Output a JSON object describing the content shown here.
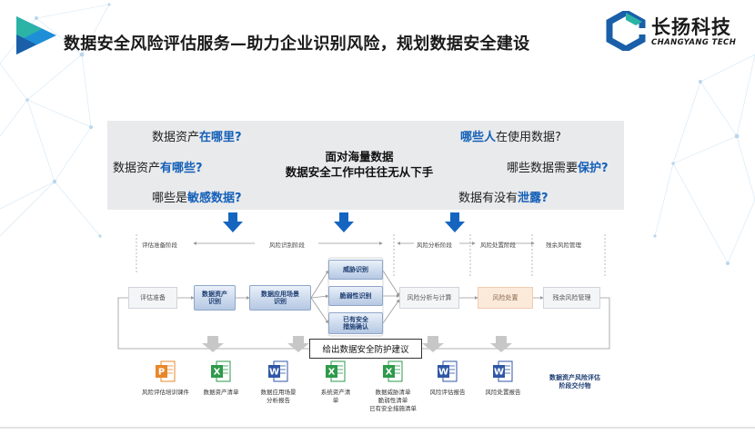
{
  "header": {
    "title": "数据安全风险评估服务—助力企业识别风险，规划数据安全建设",
    "brand_cn": "长扬科技",
    "brand_en": "CHANGYANG TECH"
  },
  "questions": {
    "q1": {
      "pre": "数据资产",
      "hl": "在哪里?"
    },
    "q2": {
      "pre": "数据资产",
      "hl": "有哪些?"
    },
    "q3": {
      "pre": "哪些是",
      "hl": "敏感数据?"
    },
    "q4": {
      "hl": "哪些人",
      "post": "在使用数据?"
    },
    "q5": {
      "pre": "哪些数据需要",
      "hl": "保护?"
    },
    "q6": {
      "pre": "数据有没有",
      "hl": "泄露?"
    },
    "center_line1": "面对海量数据",
    "center_line2": "数据安全工作中往往无从下手"
  },
  "colors": {
    "accent": "#1460b8",
    "arrow": "#1565c0",
    "dark_blue": "#1f3f73"
  },
  "stages": {
    "prep": "评估准备阶段",
    "identify": "风险识别阶段",
    "analysis": "风险分析阶段",
    "handling": "风险处置阶段",
    "residual": "残余风险管理"
  },
  "flow": {
    "prep": "评估准备",
    "asset_l1": "数据资产",
    "asset_l2": "识别",
    "scene_l1": "数据应用场景",
    "scene_l2": "识别",
    "threat": "威胁识别",
    "vuln": "脆弱性识别",
    "measure_l1": "已有安全",
    "measure_l2": "措施确认",
    "analysis": "风险分析与计算",
    "handling": "风险处置",
    "residual": "残余风险管理"
  },
  "advice": "给出数据安全防护建议",
  "deliverables": [
    {
      "icon": "powerpoint-icon",
      "letter": "P",
      "lines": [
        "风险评估培训课件"
      ]
    },
    {
      "icon": "excel-icon",
      "letter": "X",
      "lines": [
        "数据资产清单"
      ]
    },
    {
      "icon": "word-icon",
      "letter": "W",
      "lines": [
        "数据应用场景",
        "分析报告"
      ]
    },
    {
      "icon": "excel-icon",
      "letter": "X",
      "lines": [
        "系统资产清",
        "单"
      ]
    },
    {
      "icon": "excel-icon",
      "letter": "X",
      "lines": [
        "数据威胁清单",
        "脆弱性清单",
        "已有安全措施清单"
      ]
    },
    {
      "icon": "word-icon",
      "letter": "W",
      "lines": [
        "风险评估报告"
      ]
    },
    {
      "icon": "word-icon",
      "letter": "W",
      "lines": [
        "风险处置报告"
      ]
    }
  ],
  "deliver_label_l1": "数据资产风险评估",
  "deliver_label_l2": "阶段交付物"
}
